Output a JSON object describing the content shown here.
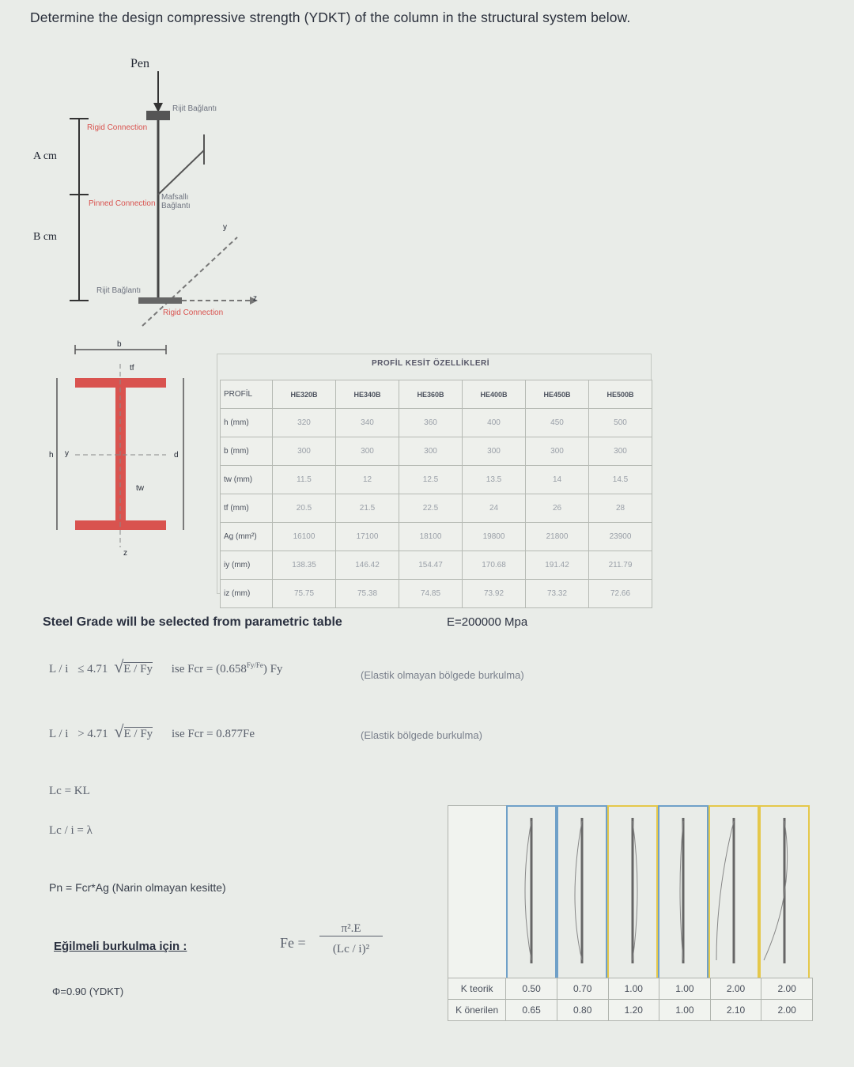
{
  "question": "Determine the design compressive strength (YDKT) of the column in the structural system below.",
  "structure": {
    "load_label": "Pen",
    "dim_a": "A cm",
    "dim_b": "B cm",
    "rigid_connection_en": "Rigid Connection",
    "pinned_connection_en": "Pinned Connection",
    "rigid_connection_tr": "Rijit Bağlantı",
    "pinned_connection_tr": "Mafsallı Bağlantı",
    "axis_y": "y",
    "axis_z": "z"
  },
  "section": {
    "b": "b",
    "h": "h",
    "d": "d",
    "y": "y",
    "z": "z",
    "tf": "tf",
    "tw": "tw"
  },
  "profile_table": {
    "title": "PROFİL KESİT ÖZELLİKLERİ",
    "header": "PROFİL",
    "profiles": [
      "HE320B",
      "HE340B",
      "HE360B",
      "HE400B",
      "HE450B",
      "HE500B"
    ],
    "rows": [
      {
        "label": "h (mm)",
        "values": [
          "320",
          "340",
          "360",
          "400",
          "450",
          "500"
        ]
      },
      {
        "label": "b (mm)",
        "values": [
          "300",
          "300",
          "300",
          "300",
          "300",
          "300"
        ]
      },
      {
        "label": "tw (mm)",
        "values": [
          "11.5",
          "12",
          "12.5",
          "13.5",
          "14",
          "14.5"
        ]
      },
      {
        "label": "tf (mm)",
        "values": [
          "20.5",
          "21.5",
          "22.5",
          "24",
          "26",
          "28"
        ]
      },
      {
        "label": "Ag (mm²)",
        "values": [
          "16100",
          "17100",
          "18100",
          "19800",
          "21800",
          "23900"
        ]
      },
      {
        "label": "iy (mm)",
        "values": [
          "138.35",
          "146.42",
          "154.47",
          "170.68",
          "191.42",
          "211.79"
        ]
      },
      {
        "label": "iz (mm)",
        "values": [
          "75.75",
          "75.38",
          "74.85",
          "73.92",
          "73.32",
          "72.66"
        ]
      }
    ]
  },
  "steel_grade": "Steel Grade will be selected from parametric table",
  "elastic_modulus": "E=200000 Mpa",
  "formulas": {
    "cond1_lhs": "L / i",
    "cond1_op": "≤ 4.71",
    "cond1_root": "E / Fy",
    "cond1_then": "ise  Fcr = (0.658",
    "cond1_exp": "Fy/Fe",
    "cond1_end": ") Fy",
    "cond1_note": "(Elastik olmayan bölgede burkulma)",
    "cond2_op": "> 4.71",
    "cond2_then": "ise  Fcr = 0.877Fe",
    "cond2_note": "(Elastik bölgede burkulma)",
    "lc": "Lc = KL",
    "slenderness": "Lc / i = λ",
    "pn": "Pn = Fcr*Ag  (Narin olmayan kesitte)",
    "flexural": "Eğilmeli burkulma için :",
    "fe_lhs": "Fe =",
    "fe_num": "π².E",
    "fe_den": "(Lc / i)²",
    "phi": "Φ=0.90 (YDKT)"
  },
  "k_table": {
    "row1_label": "K teorik",
    "row2_label": "K önerilen",
    "k_theory": [
      "0.50",
      "0.70",
      "1.00",
      "1.00",
      "2.00",
      "2.00"
    ],
    "k_recommended": [
      "0.65",
      "0.80",
      "1.20",
      "1.00",
      "2.10",
      "2.00"
    ],
    "colors": [
      "#6fa0c8",
      "#6fa0c8",
      "#e5c84a",
      "#6fa0c8",
      "#e5c84a",
      "#e5c84a"
    ]
  }
}
